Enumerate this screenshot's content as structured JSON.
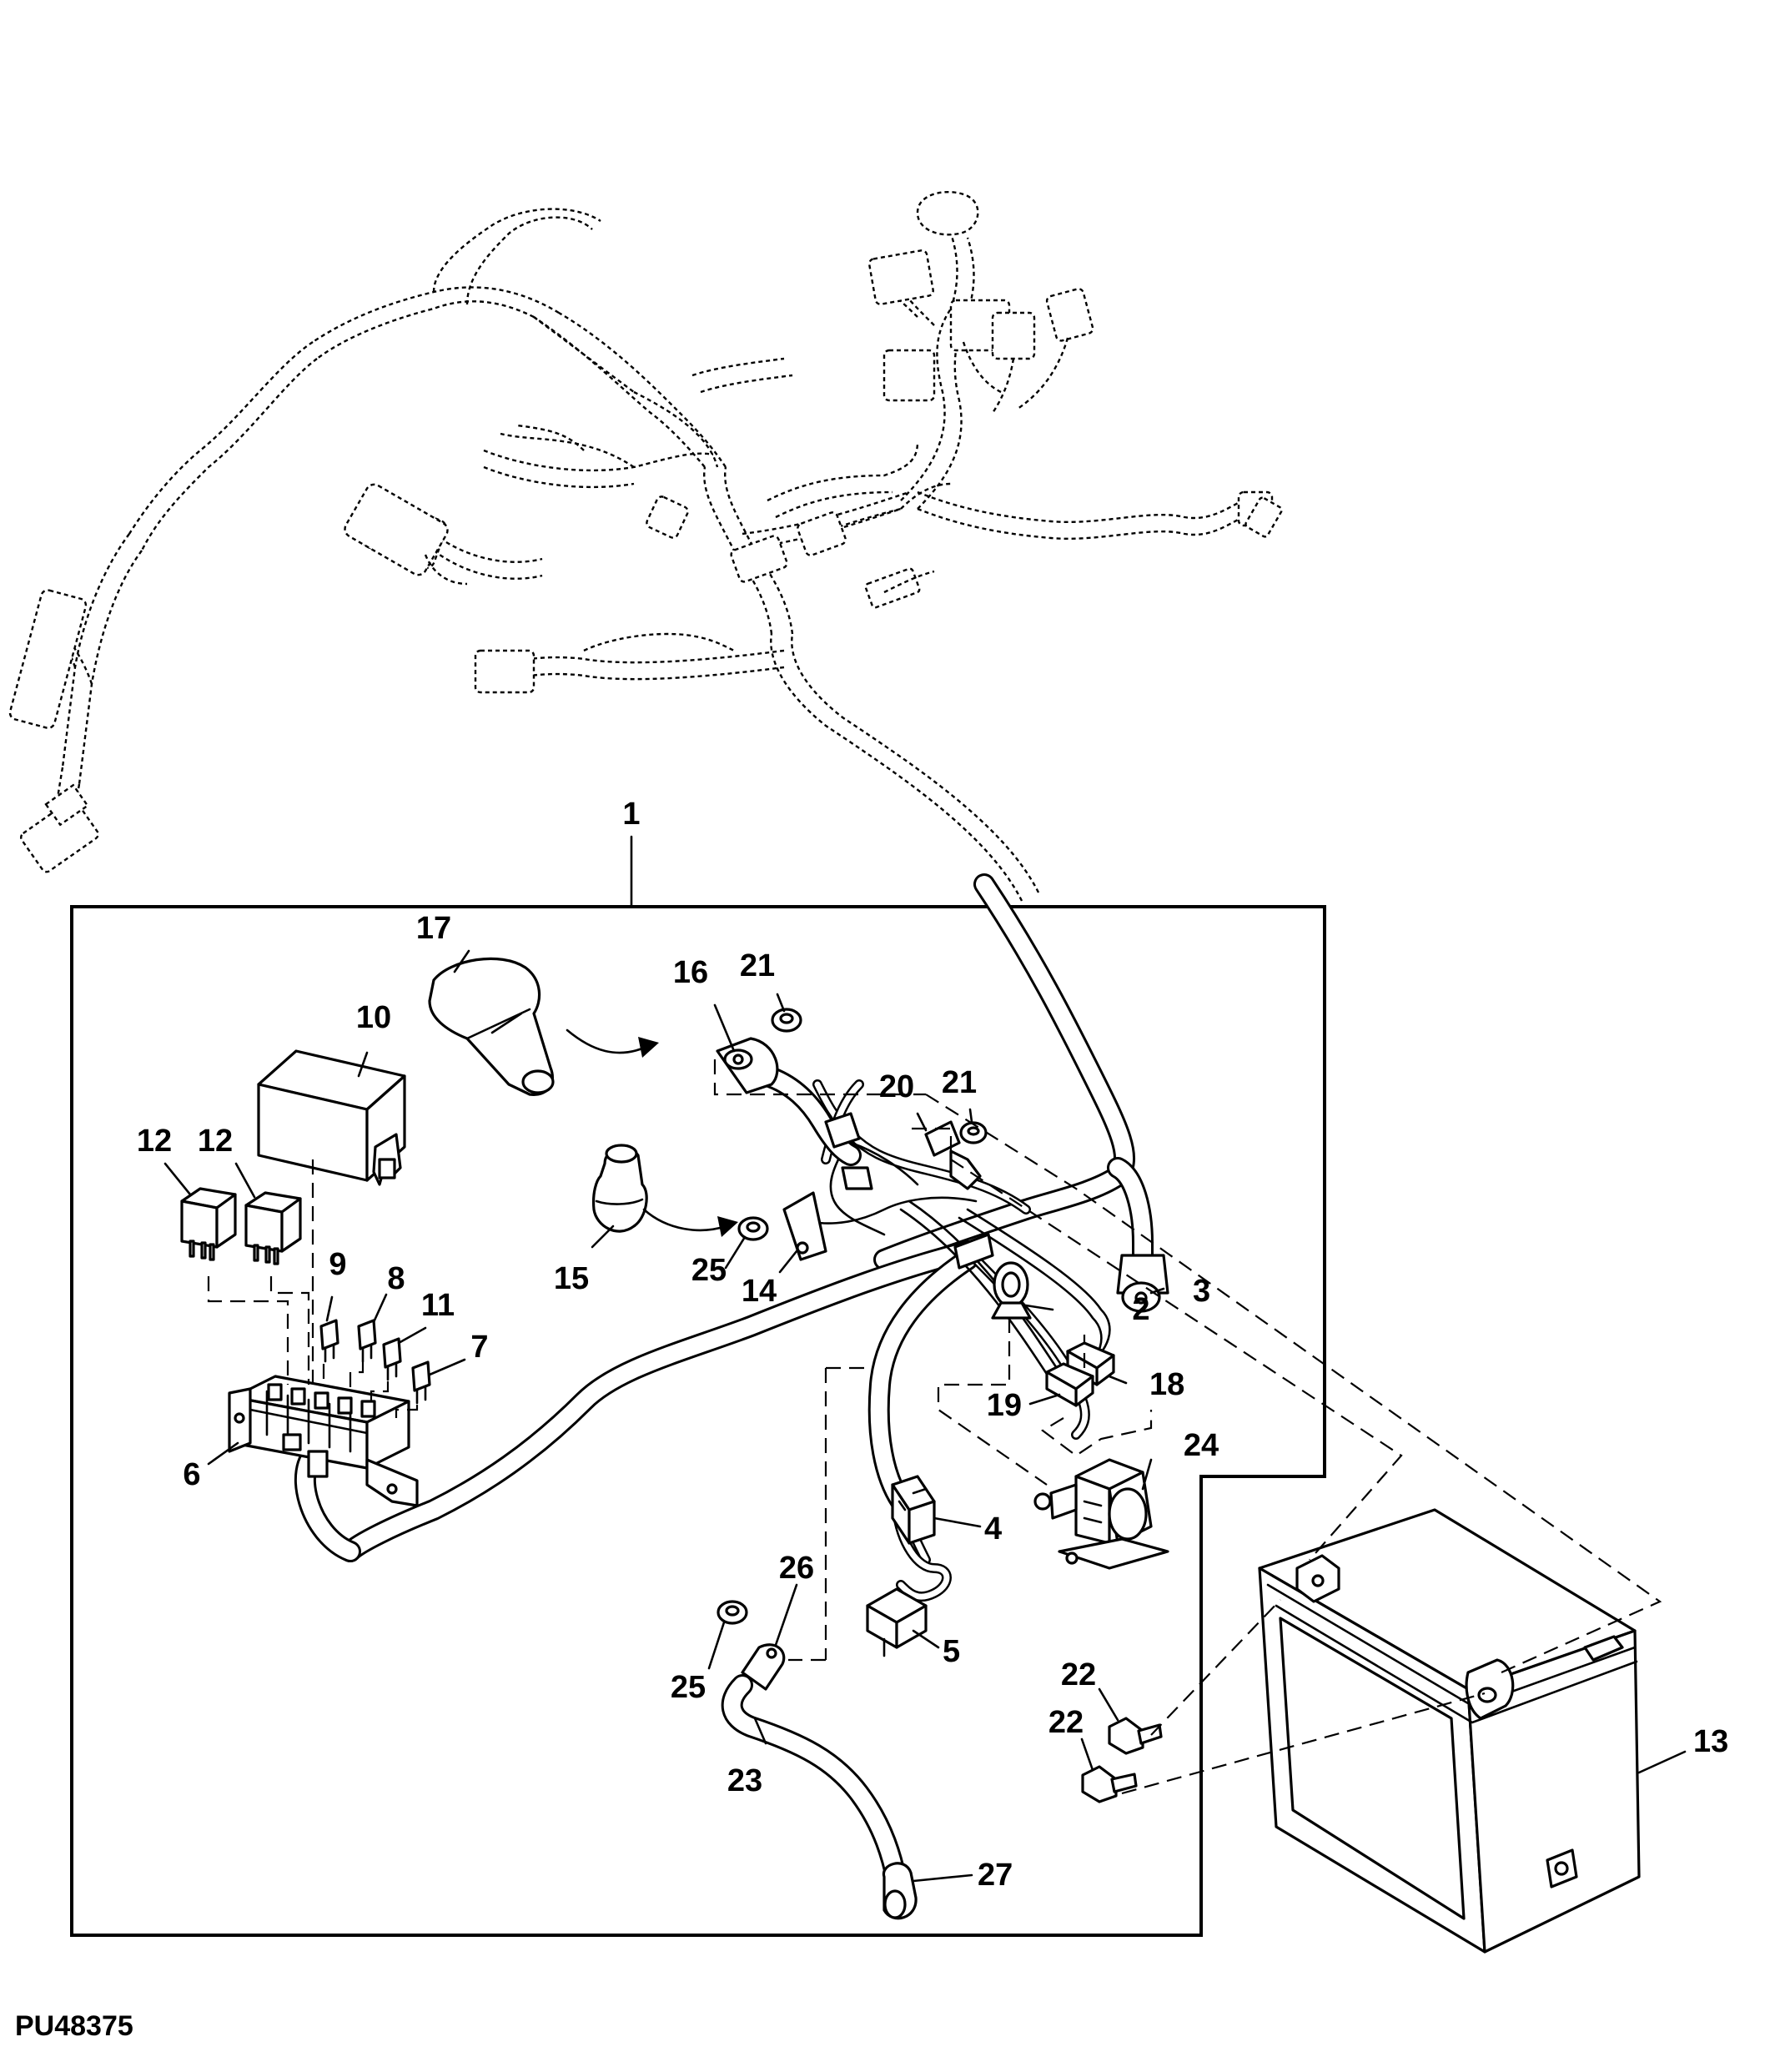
{
  "figure_ref": "PU48375",
  "callouts": {
    "c1": "1",
    "c2": "2",
    "c3": "3",
    "c4": "4",
    "c5": "5",
    "c6": "6",
    "c7": "7",
    "c8": "8",
    "c9": "9",
    "c10": "10",
    "c11": "11",
    "c12a": "12",
    "c12b": "12",
    "c13": "13",
    "c14": "14",
    "c15": "15",
    "c16": "16",
    "c17": "17",
    "c18": "18",
    "c19": "19",
    "c20": "20",
    "c21a": "21",
    "c21b": "21",
    "c22a": "22",
    "c22b": "22",
    "c23": "23",
    "c24": "24",
    "c25a": "25",
    "c25b": "25",
    "c26": "26",
    "c27": "27"
  }
}
